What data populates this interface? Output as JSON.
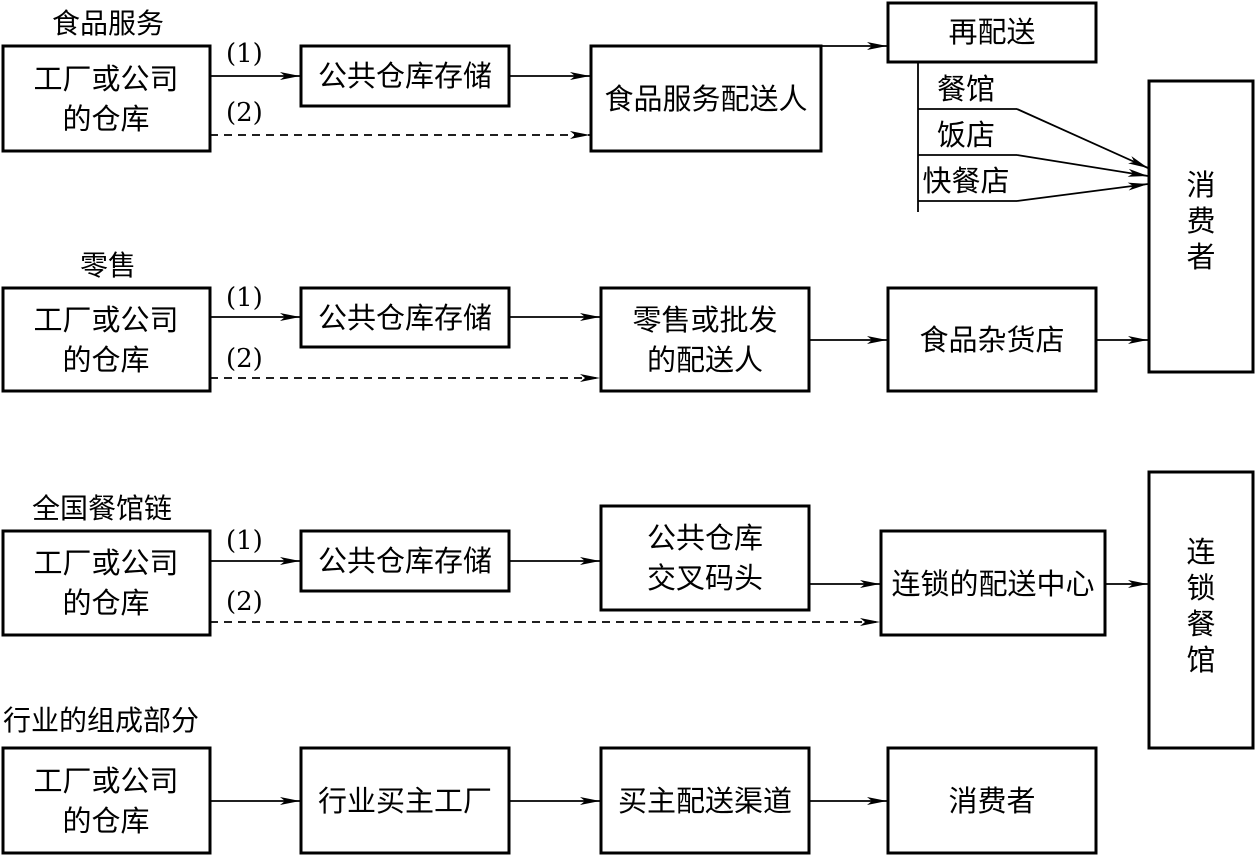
{
  "sections": {
    "food_service": "食品服务",
    "retail": "零售",
    "chain": "全国餐馆链",
    "industry": "行业的组成部分"
  },
  "route_labels": {
    "r1": "(1)",
    "r2": "(2)"
  },
  "boxes": {
    "factory_line1": "工厂或公司",
    "factory_line2": "的仓库",
    "public_storage": "公共仓库存储",
    "food_dist": "食品服务配送人",
    "redistribution": "再配送",
    "restaurant": "餐馆",
    "hotel": "饭店",
    "fastfood": "快餐店",
    "consumer_col": [
      "消",
      "费",
      "者"
    ],
    "retail_dist_line1": "零售或批发",
    "retail_dist_line2": "的配送人",
    "grocery": "食品杂货店",
    "crossdock_line1": "公共仓库",
    "crossdock_line2": "交叉码头",
    "chain_dc": "连锁的配送中心",
    "chain_rest_col": [
      "连",
      "锁",
      "餐",
      "馆"
    ],
    "buyer_factory": "行业买主工厂",
    "buyer_channel": "买主配送渠道",
    "consumer": "消费者"
  }
}
